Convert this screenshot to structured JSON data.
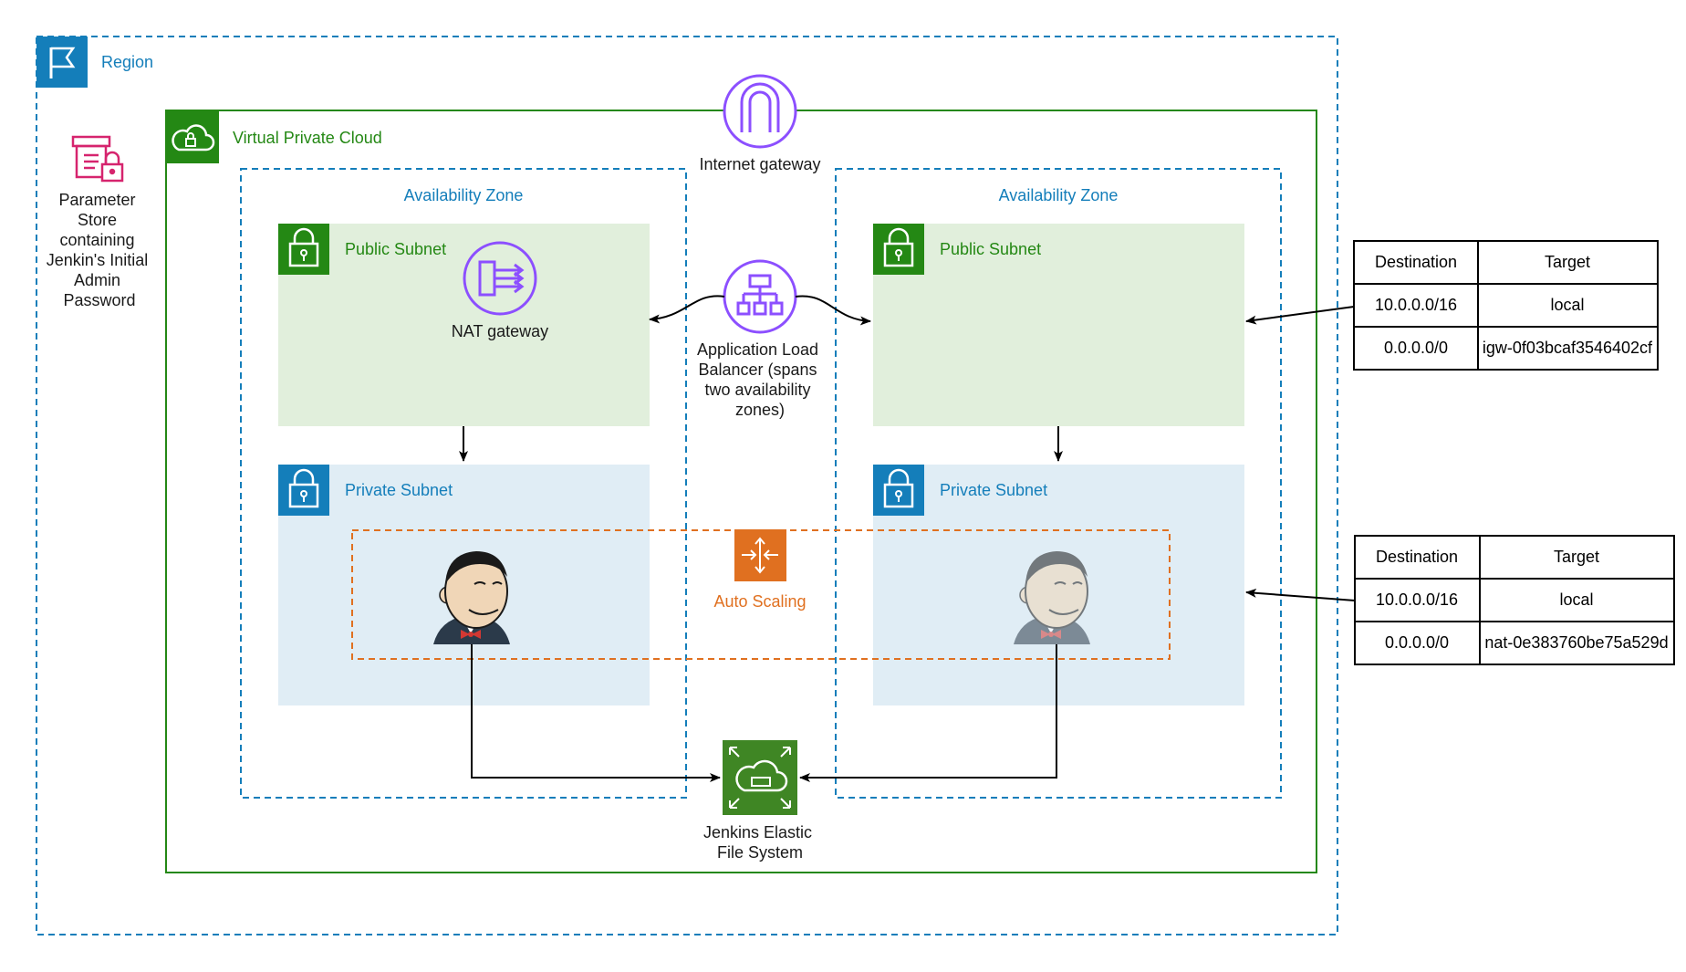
{
  "region": {
    "label": "Region"
  },
  "parameter_store": {
    "lines": [
      "Parameter",
      "Store",
      "containing",
      "Jenkin's Initial",
      "Admin",
      "Password"
    ]
  },
  "vpc": {
    "label": "Virtual Private Cloud"
  },
  "internet_gateway": {
    "label": "Internet gateway"
  },
  "az_left": {
    "label": "Availability Zone"
  },
  "az_right": {
    "label": "Availability Zone"
  },
  "public_subnet_left": {
    "label": "Public Subnet"
  },
  "public_subnet_right": {
    "label": "Public Subnet"
  },
  "private_subnet_left": {
    "label": "Private Subnet"
  },
  "private_subnet_right": {
    "label": "Private Subnet"
  },
  "nat_gateway": {
    "label": "NAT gateway"
  },
  "alb": {
    "lines": [
      "Application Load",
      "Balancer (spans",
      "two availability",
      "zones)"
    ]
  },
  "auto_scaling": {
    "label": "Auto Scaling"
  },
  "efs": {
    "lines": [
      "Jenkins Elastic",
      "File System"
    ]
  },
  "route_table_public": {
    "headers": [
      "Destination",
      "Target"
    ],
    "rows": [
      [
        "10.0.0.0/16",
        "local"
      ],
      [
        "0.0.0.0/0",
        "igw-0f03bcaf3546402cf"
      ]
    ]
  },
  "route_table_private": {
    "headers": [
      "Destination",
      "Target"
    ],
    "rows": [
      [
        "10.0.0.0/16",
        "local"
      ],
      [
        "0.0.0.0/0",
        "nat-0e383760be75a529d"
      ]
    ]
  },
  "colors": {
    "region": "#147eba",
    "vpc": "#248814",
    "public_subnet_fill": "#e1efdc",
    "private_subnet_fill": "#e0edf5",
    "purple": "#8c4fff",
    "auto_scaling": "#e07020",
    "parameter_store": "#d6246e"
  },
  "icons": [
    "region-flag-icon",
    "parameter-store-icon",
    "vpc-cloud-icon",
    "internet-gateway-icon",
    "lock-icon",
    "nat-gateway-icon",
    "load-balancer-icon",
    "auto-scaling-icon",
    "jenkins-icon",
    "efs-icon"
  ]
}
